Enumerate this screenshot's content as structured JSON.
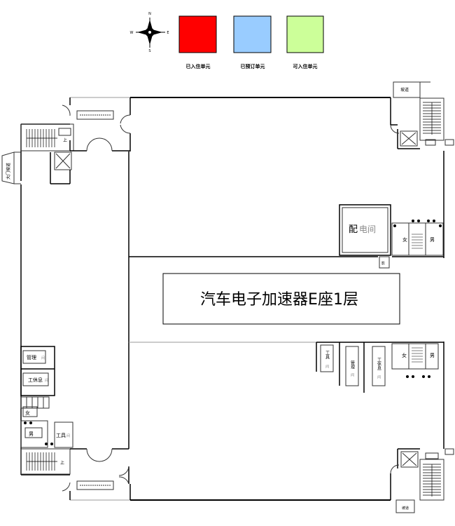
{
  "compass": {
    "north": "N",
    "south": "S",
    "west": "W",
    "east": "E"
  },
  "legend": [
    {
      "label": "已入住单元",
      "color": "#FF0000"
    },
    {
      "label": "已预订单元",
      "color": "#99CCFF"
    },
    {
      "label": "可入住单元",
      "color": "#CCFF99"
    }
  ],
  "floor_title": "汽车电子加速器E座1层",
  "rooms": {
    "ramp_top_right": "坡道",
    "ramp_bottom_right": "坡道",
    "main_gate_ramp": "大门坡道",
    "power_room_a": "配",
    "power_room_b": "电间",
    "female_upper": "女",
    "male_upper": "男",
    "female_lower": "女",
    "male_lower": "男",
    "tool_room_right": "工具",
    "tool_room_right_suffix": "间",
    "manage_room_right": "管理",
    "manage_room_right_suffix": "间",
    "rest_room_right": "工休息",
    "rest_room_right_suffix": "间",
    "manage_room_left": "管理",
    "manage_room_left_suffix": "间",
    "rest_room_left": "工休息",
    "rest_room_left_suffix": "间",
    "female_left": "女",
    "male_left": "男",
    "tool_room_left": "工具",
    "tool_room_left_suffix": "间",
    "up_top": "上",
    "up_bottom": "上",
    "shadow": "影"
  }
}
